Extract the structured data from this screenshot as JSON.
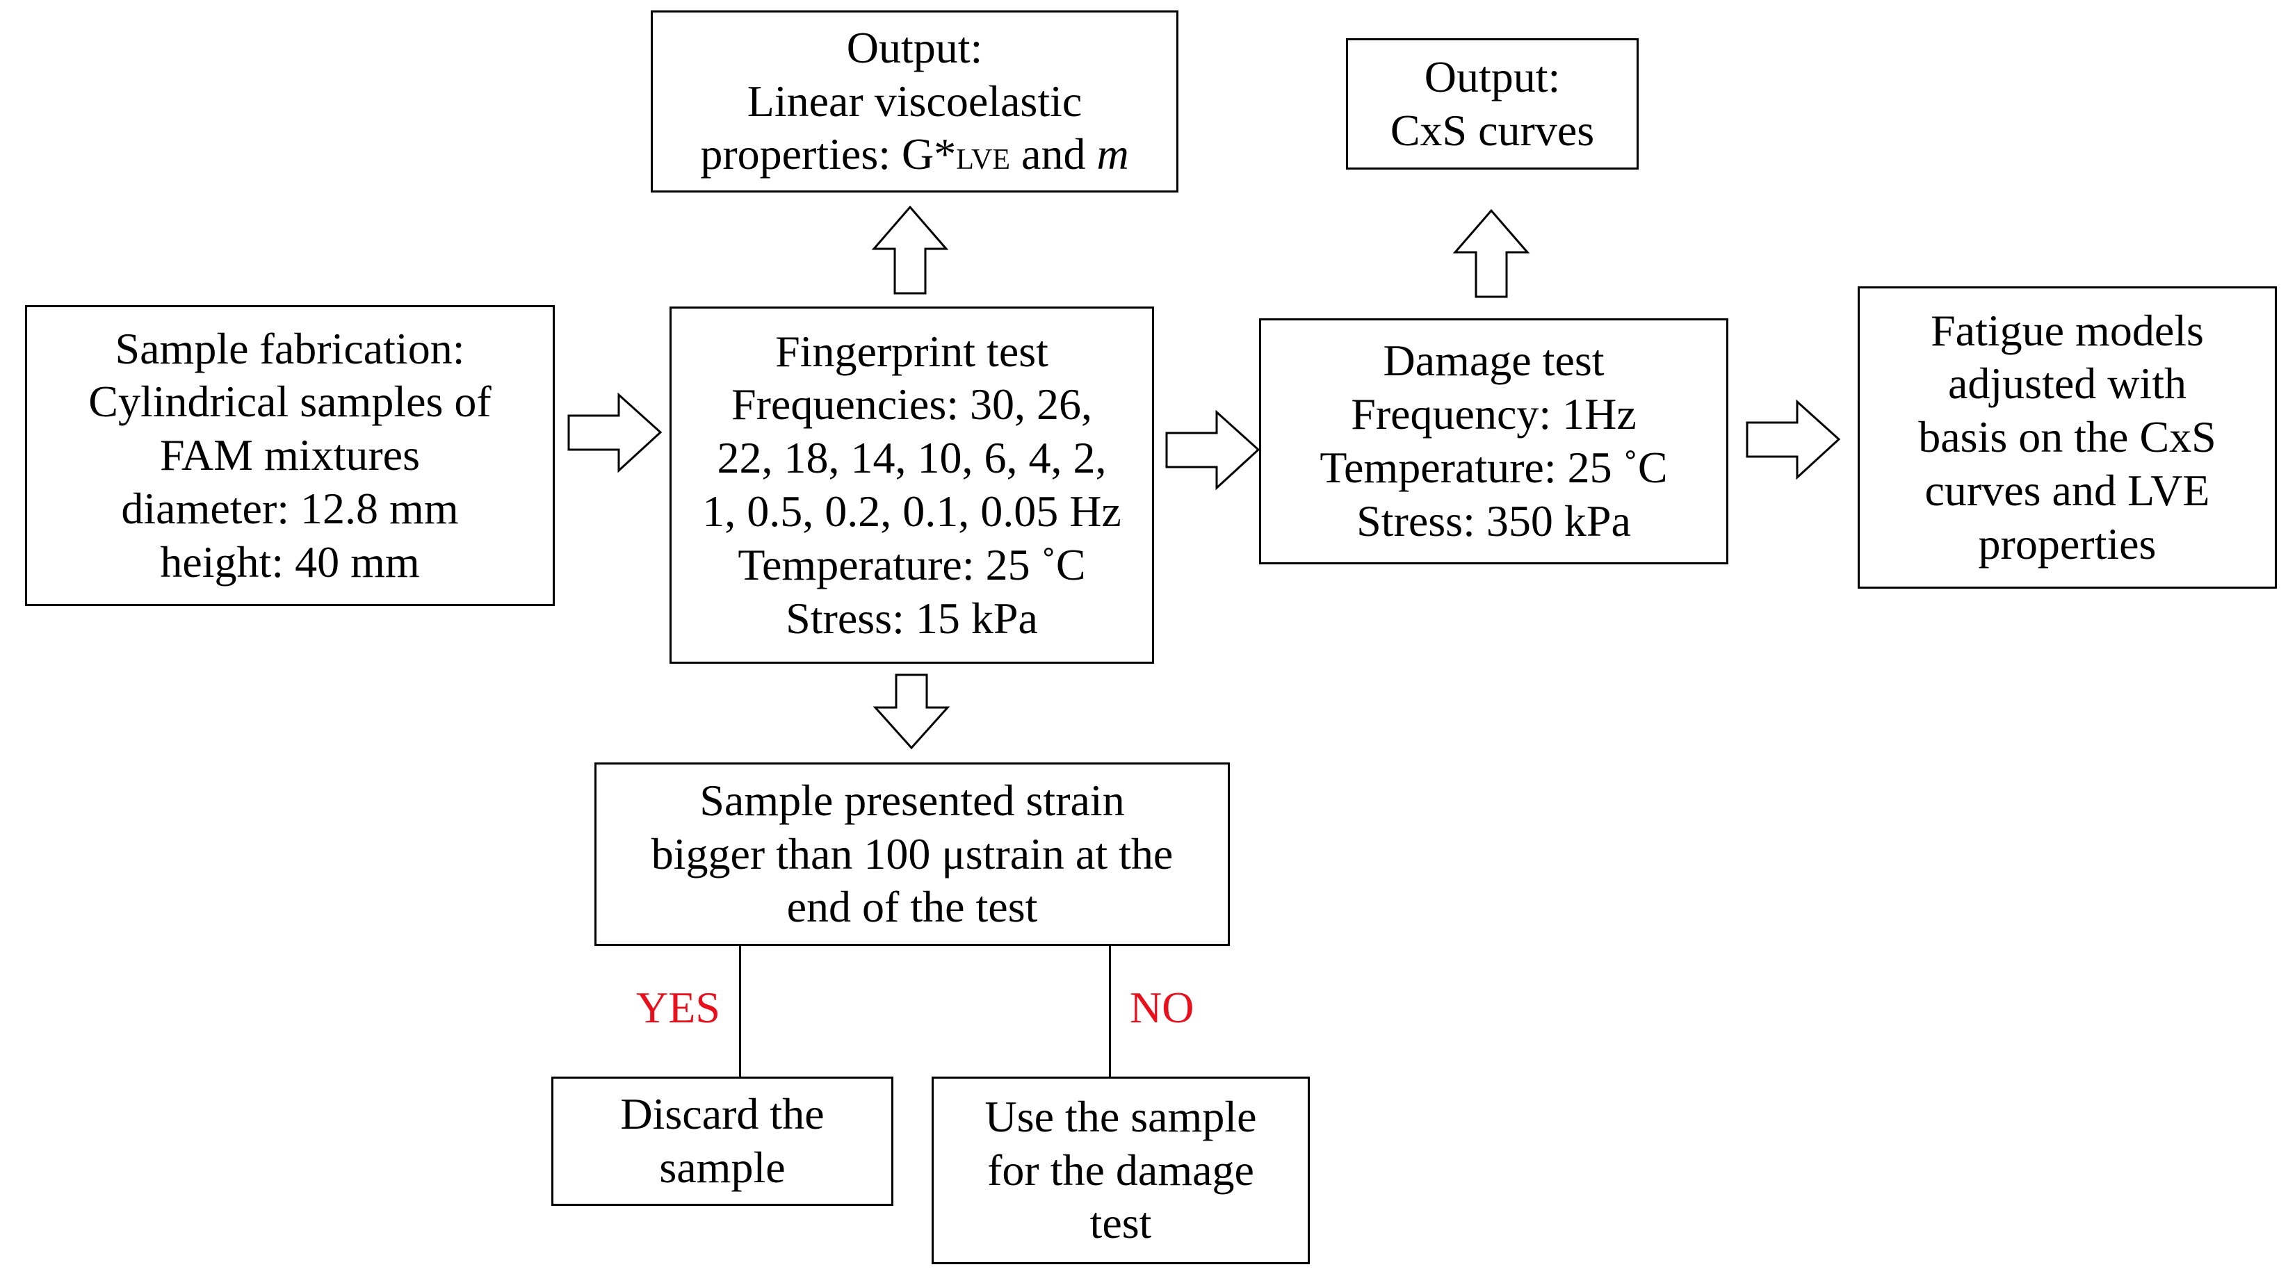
{
  "boxes": {
    "sample_fabrication": [
      "Sample fabrication:",
      "Cylindrical samples of",
      "FAM mixtures",
      "diameter: 12.8 mm",
      "height: 40 mm"
    ],
    "fingerprint_test": [
      "Fingerprint test",
      "Frequencies: 30, 26,",
      "22, 18, 14, 10, 6, 4, 2,",
      "1, 0.5, 0.2, 0.1, 0.05 Hz",
      "Temperature: 25 ˚C",
      "Stress: 15 kPa"
    ],
    "output_lve": {
      "line1": "Output:",
      "line2": "Linear viscoelastic",
      "line3_prefix": "properties: G*",
      "line3_sub": "LVE",
      "line3_mid": " and ",
      "line3_italic": "m"
    },
    "damage_test": [
      "Damage test",
      "Frequency: 1Hz",
      "Temperature: 25 ˚C",
      "Stress: 350 kPa"
    ],
    "output_cxs": [
      "Output:",
      "CxS curves"
    ],
    "fatigue_models": [
      "Fatigue models",
      "adjusted with",
      "basis on the CxS",
      "curves and LVE",
      "properties"
    ],
    "strain_check": [
      "Sample presented strain",
      "bigger than 100 μstrain at the",
      "end of the test"
    ],
    "discard": [
      "Discard the",
      "sample"
    ],
    "use_sample": [
      "Use the sample",
      "for the damage",
      "test"
    ]
  },
  "branch_labels": {
    "yes": "YES",
    "no": "NO"
  },
  "colors": {
    "branch_label": "#e8101c",
    "stroke": "#000000"
  }
}
